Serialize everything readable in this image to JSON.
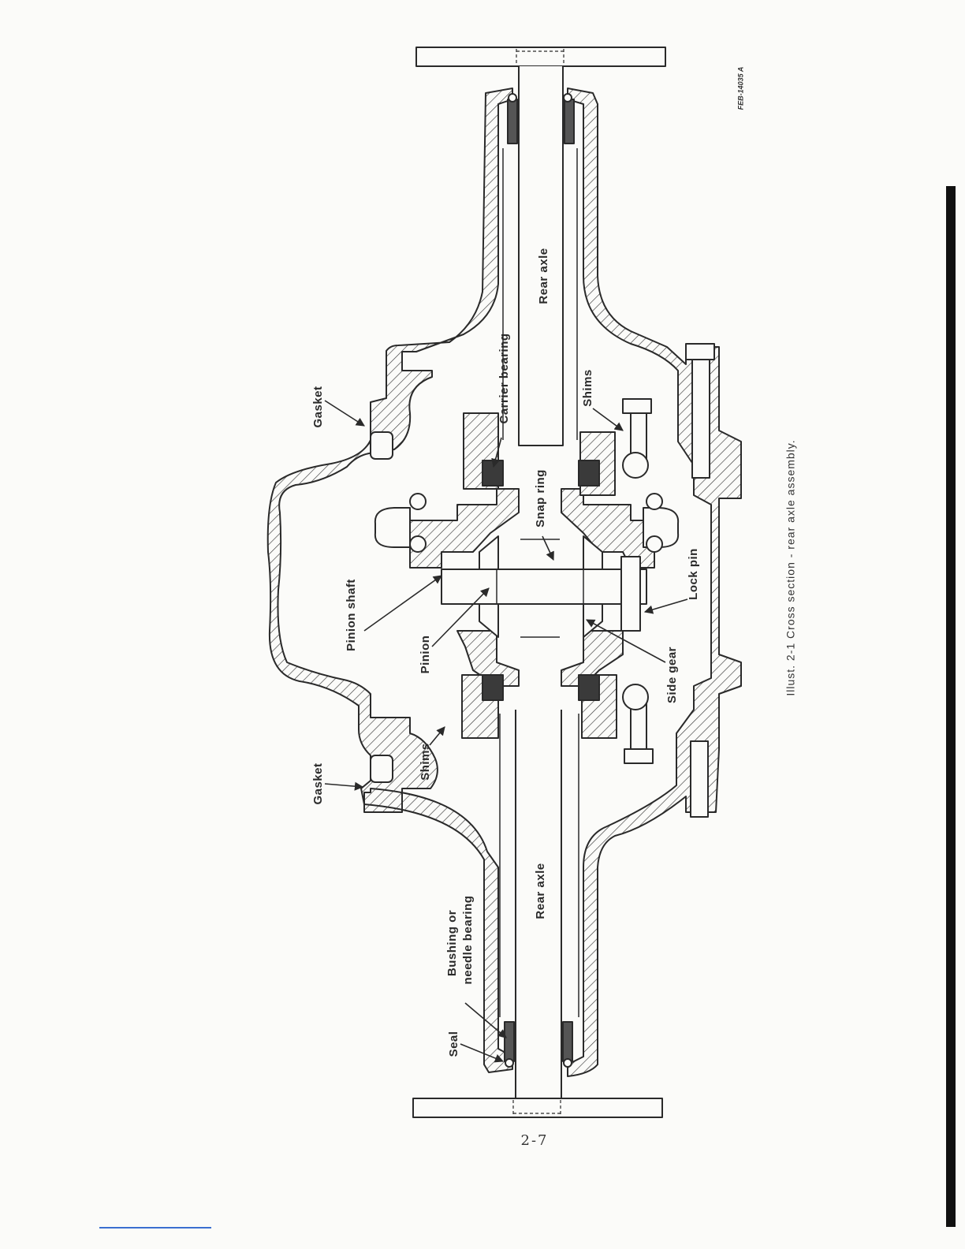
{
  "figure_id": "FEB-14035 A",
  "caption": "Illust. 2-1 Cross section - rear axle assembly.",
  "page_number": "2-7",
  "labels": {
    "rear_axle_top": "Rear axle",
    "rear_axle_bottom": "Rear axle",
    "carrier_bearing": "Carrier bearing",
    "snap_ring": "Snap ring",
    "shims_right": "Shims",
    "shims_left": "Shims",
    "gasket_top": "Gasket",
    "gasket_bottom": "Gasket",
    "pinion_shaft": "Pinion shaft",
    "pinion": "Pinion",
    "side_gear": "Side gear",
    "lock_pin": "Lock pin",
    "bushing_line1": "Bushing or",
    "bushing_line2": "needle bearing",
    "seal": "Seal"
  },
  "colors": {
    "ink": "#2a2a2a",
    "paper": "#fbfbf9",
    "hatch": "#3a3a3a"
  }
}
